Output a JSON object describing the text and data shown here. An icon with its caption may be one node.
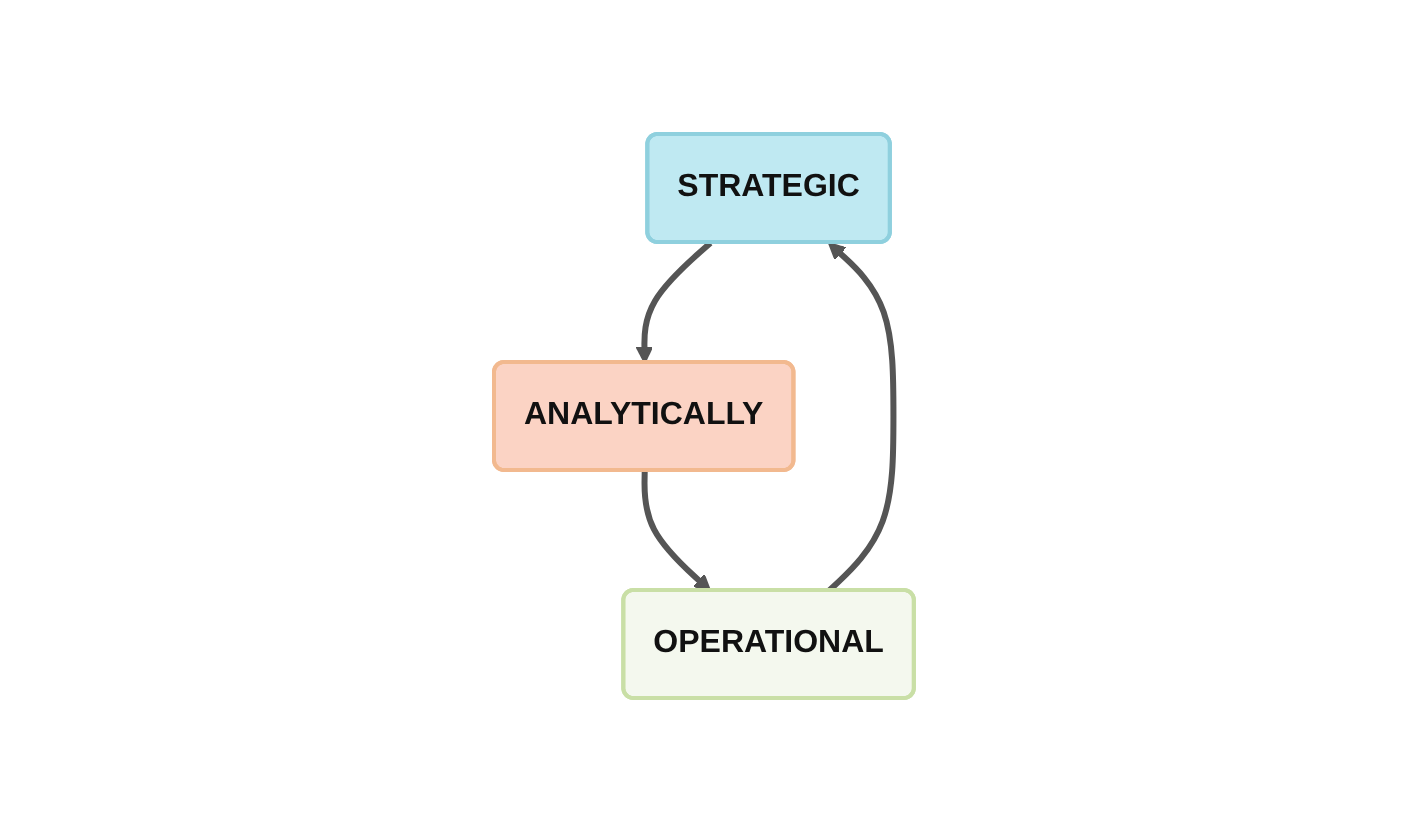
{
  "diagram": {
    "nodes": [
      {
        "text": [
          "STRATEGIC"
        ]
      },
      {
        "text": [
          "ANALYTICALLY"
        ]
      },
      {
        "text": [
          "OPERATIONAL"
        ]
      }
    ],
    "edges": [
      {
        "from": 0,
        "to": 1,
        "arrow": "to"
      },
      {
        "from": 1,
        "to": 2,
        "arrow": "to"
      },
      {
        "from": 2,
        "to": 0,
        "arrow": "to"
      }
    ]
  }
}
